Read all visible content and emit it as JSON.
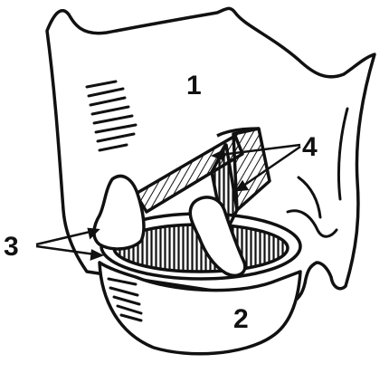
{
  "figure": {
    "labels": {
      "thyroid_cartilage": "1",
      "cricoid_cartilage": "2",
      "arytenoid_cartilages": "3",
      "vocal_ligaments": "4"
    }
  },
  "colors": {
    "ink": "#111111",
    "paper": "#ffffff"
  }
}
